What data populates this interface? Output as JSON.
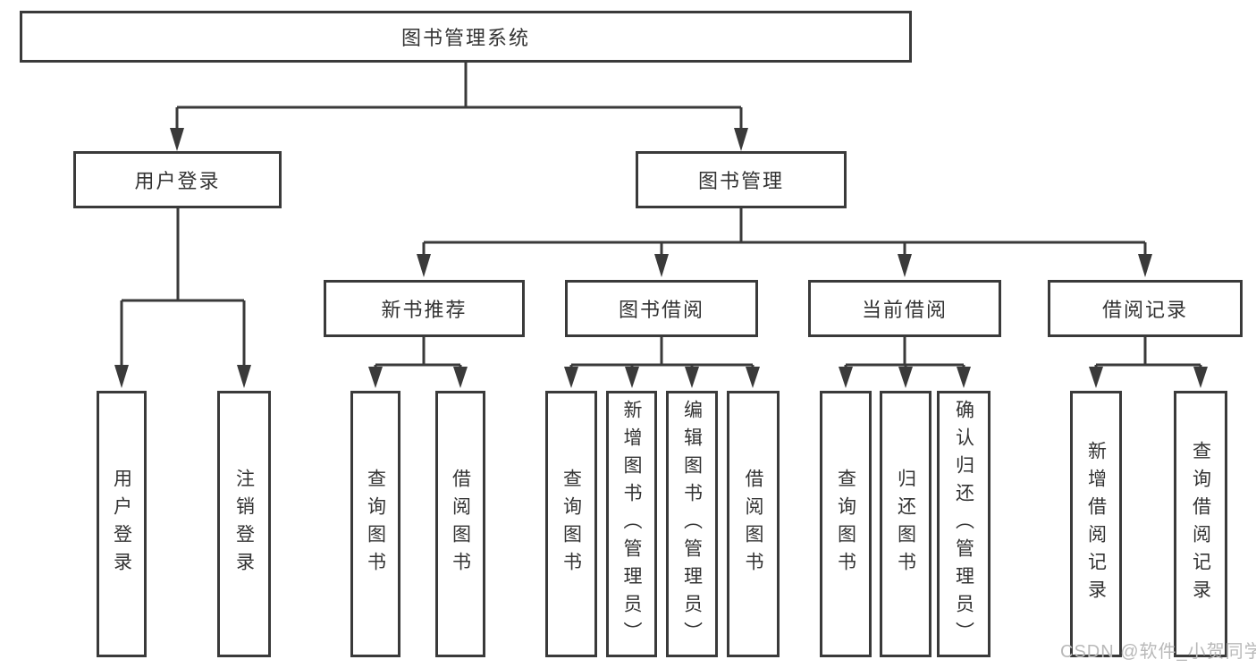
{
  "title": "图书管理系统",
  "watermark": "CSDN @软件_小贺同学",
  "colors": {
    "line": "#3a3a3a",
    "text": "#333333",
    "background": "#ffffff",
    "watermark": "#b9b9b9"
  },
  "tree": {
    "label": "图书管理系统",
    "children": [
      {
        "label": "用户登录",
        "children": [
          {
            "label": "用户登录"
          },
          {
            "label": "注销登录"
          }
        ]
      },
      {
        "label": "图书管理",
        "children": [
          {
            "label": "新书推荐",
            "children": [
              {
                "label": "查询图书"
              },
              {
                "label": "借阅图书"
              }
            ]
          },
          {
            "label": "图书借阅",
            "children": [
              {
                "label": "查询图书"
              },
              {
                "label": "新增图书（管理员）"
              },
              {
                "label": "编辑图书（管理员）"
              },
              {
                "label": "借阅图书"
              }
            ]
          },
          {
            "label": "当前借阅",
            "children": [
              {
                "label": "查询图书"
              },
              {
                "label": "归还图书"
              },
              {
                "label": "确认归还（管理员）"
              }
            ]
          },
          {
            "label": "借阅记录",
            "children": [
              {
                "label": "新增借阅记录"
              },
              {
                "label": "查询借阅记录"
              }
            ]
          }
        ]
      }
    ]
  }
}
